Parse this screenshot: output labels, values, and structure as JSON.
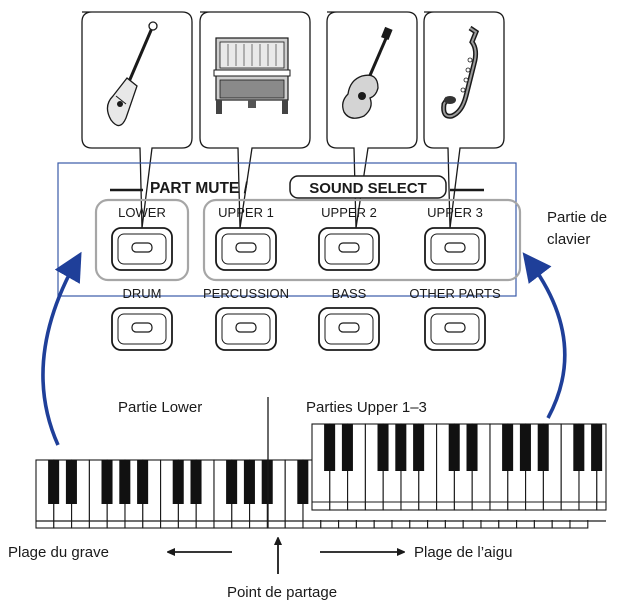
{
  "panel": {
    "title_part1": "PART MUTE /",
    "title_part2": "SOUND SELECT"
  },
  "buttons_row1": [
    "LOWER",
    "UPPER 1",
    "UPPER 2",
    "UPPER 3"
  ],
  "buttons_row2": [
    "DRUM",
    "PERCUSSION",
    "BASS",
    "OTHER PARTS"
  ],
  "labels": {
    "keyboard_part_line1": "Partie de",
    "keyboard_part_line2": "clavier",
    "lower_part": "Partie Lower",
    "upper_parts": "Parties Upper 1–3",
    "low_range": "Plage du grave",
    "high_range": "Plage de l’aigu",
    "split_point": "Point de partage"
  },
  "instruments": [
    {
      "icon": "electric-bass-icon"
    },
    {
      "icon": "upright-piano-icon"
    },
    {
      "icon": "acoustic-guitar-icon"
    },
    {
      "icon": "saxophone-icon"
    }
  ],
  "colors": {
    "panel_border": "#3a5ba8",
    "arrow": "#1f3f99",
    "group_outline": "#a6a6a6",
    "ink": "#1a1a1a"
  }
}
